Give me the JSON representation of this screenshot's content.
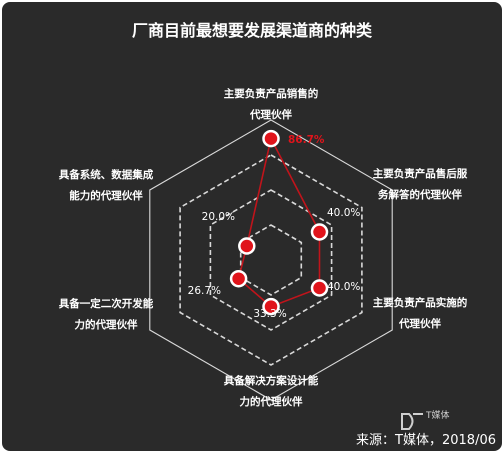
{
  "chart_data": {
    "type": "radar",
    "title": "厂商目前最想要发展渠道商的种类",
    "axes": [
      [
        "主要负责产品销售的",
        "代理伙伴"
      ],
      [
        "主要负责产品售后服",
        "务解答的代理伙伴"
      ],
      [
        "主要负责产品实施的",
        "代理伙伴"
      ],
      [
        "具备解决方案设计能",
        "力的代理伙伴"
      ],
      [
        "具备一定二次开发能",
        "力的代理伙伴"
      ],
      [
        "具备系统、数据集成",
        "能力的代理伙伴"
      ]
    ],
    "values": [
      86.7,
      40.0,
      40.0,
      33.3,
      26.7,
      20.0
    ],
    "value_labels": [
      "86.7%",
      "40.0%",
      "40.0%",
      "33.3%",
      "26.7%",
      "20.0%"
    ],
    "highlight_index": 0,
    "rmax": 100,
    "grid_levels": [
      25,
      50,
      75,
      100
    ],
    "colors": {
      "background": "#2a2a2a",
      "grid": "#d9d9d9",
      "series_line": "#c0141b",
      "marker_fill": "#e0141b",
      "marker_stroke": "#ffffff",
      "highlight_label": "#e0141b"
    }
  },
  "source": "来源：T媒体，2018/06",
  "logo": {
    "text": "T媒体"
  }
}
